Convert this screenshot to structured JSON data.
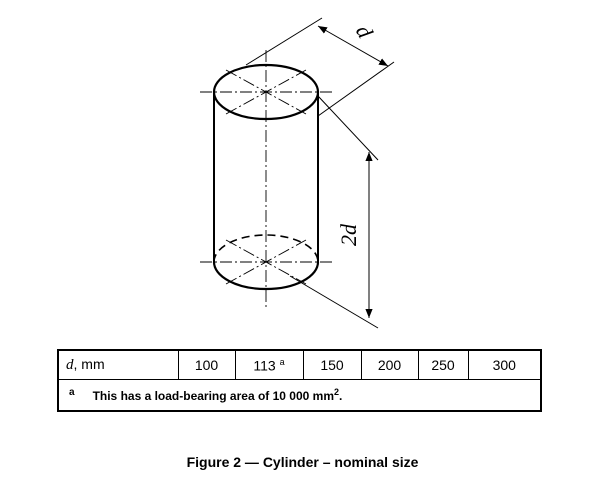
{
  "drawing": {
    "diameter_label": "d",
    "height_label": "2d"
  },
  "table": {
    "header_symbol": "d",
    "header_unit": ", mm",
    "sizes": [
      "100",
      "113",
      "150",
      "200",
      "250",
      "300"
    ],
    "size_footnote_marker": "a",
    "footnote_marker": "a",
    "footnote_text": "This has a load-bearing area of 10 000 mm",
    "footnote_exponent": "2",
    "footnote_end": "."
  },
  "caption": "Figure 2 — Cylinder – nominal size"
}
